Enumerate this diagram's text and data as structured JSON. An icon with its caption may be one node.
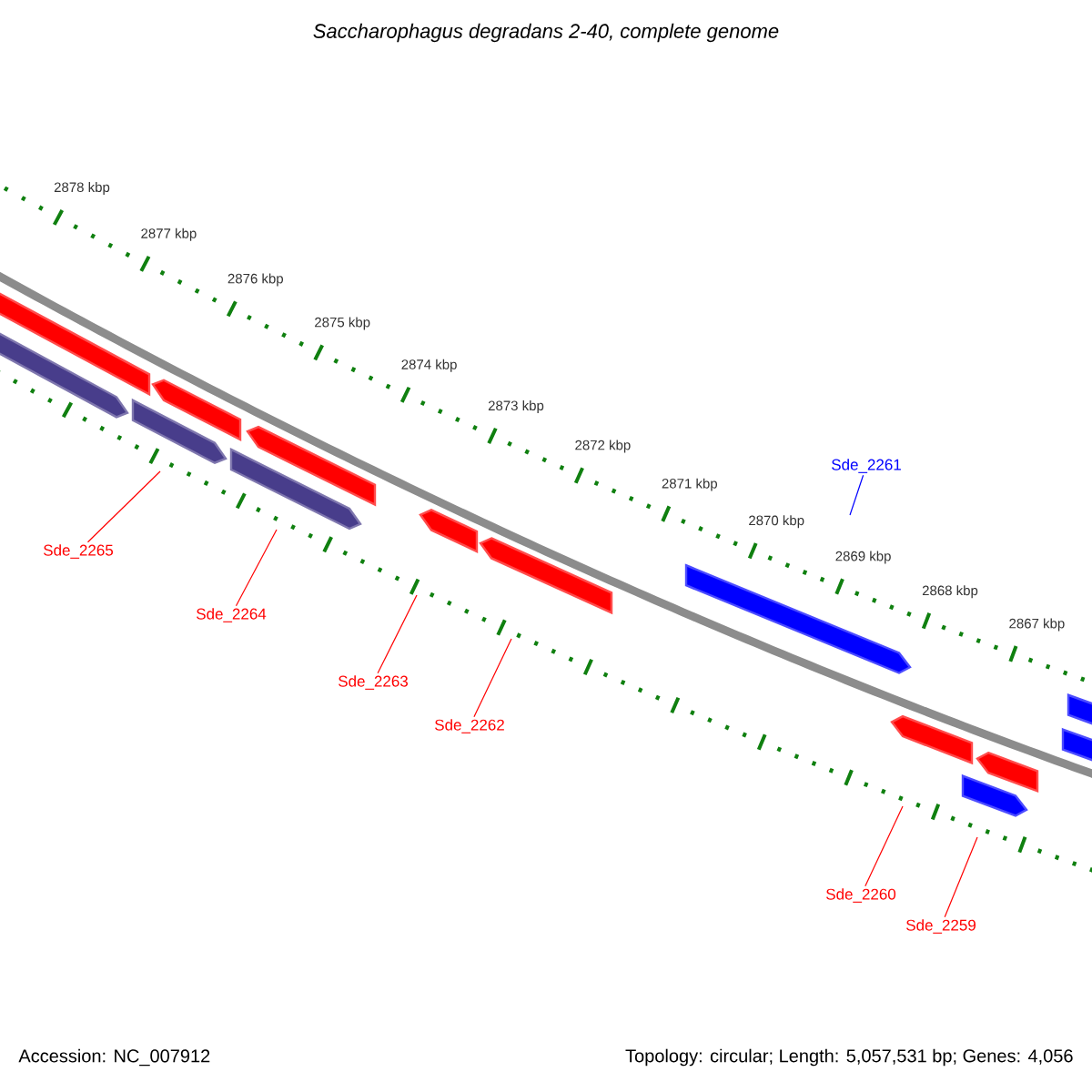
{
  "diagram": {
    "title": "Saccharophagus degradans 2-40, complete genome",
    "nodes": [
      {
        "text": [
          "Sde_2261"
        ]
      },
      {
        "text": [
          "Sde_2265"
        ]
      },
      {
        "text": [
          "Sde_2264"
        ]
      },
      {
        "text": [
          "Sde_2263"
        ]
      },
      {
        "text": [
          "Sde_2262"
        ]
      },
      {
        "text": [
          "Sde_2260"
        ]
      },
      {
        "text": [
          "Sde_2259"
        ]
      }
    ],
    "edges": [
      {
        "from": 0,
        "to": null,
        "arrow": "none",
        "color": "#0000ff"
      },
      {
        "from": 1,
        "to": null,
        "arrow": "none"
      },
      {
        "from": 2,
        "to": null,
        "arrow": "none"
      },
      {
        "from": 3,
        "to": null,
        "arrow": "none"
      },
      {
        "from": 4,
        "to": null,
        "arrow": "none"
      },
      {
        "from": 5,
        "to": null,
        "arrow": "none"
      },
      {
        "from": 6,
        "to": null,
        "arrow": "none"
      }
    ],
    "labels": [
      "2878 kbp",
      "2877 kbp",
      "2876 kbp",
      "2875 kbp",
      "2874 kbp",
      "2873 kbp",
      "2872 kbp",
      "2871 kbp",
      "2870 kbp",
      "2869 kbp",
      "2868 kbp",
      "2867 kbp",
      "Accession: NC_007912",
      "Topology: circular; Length: 5,057,531 bp; Genes: 4,056"
    ]
  }
}
